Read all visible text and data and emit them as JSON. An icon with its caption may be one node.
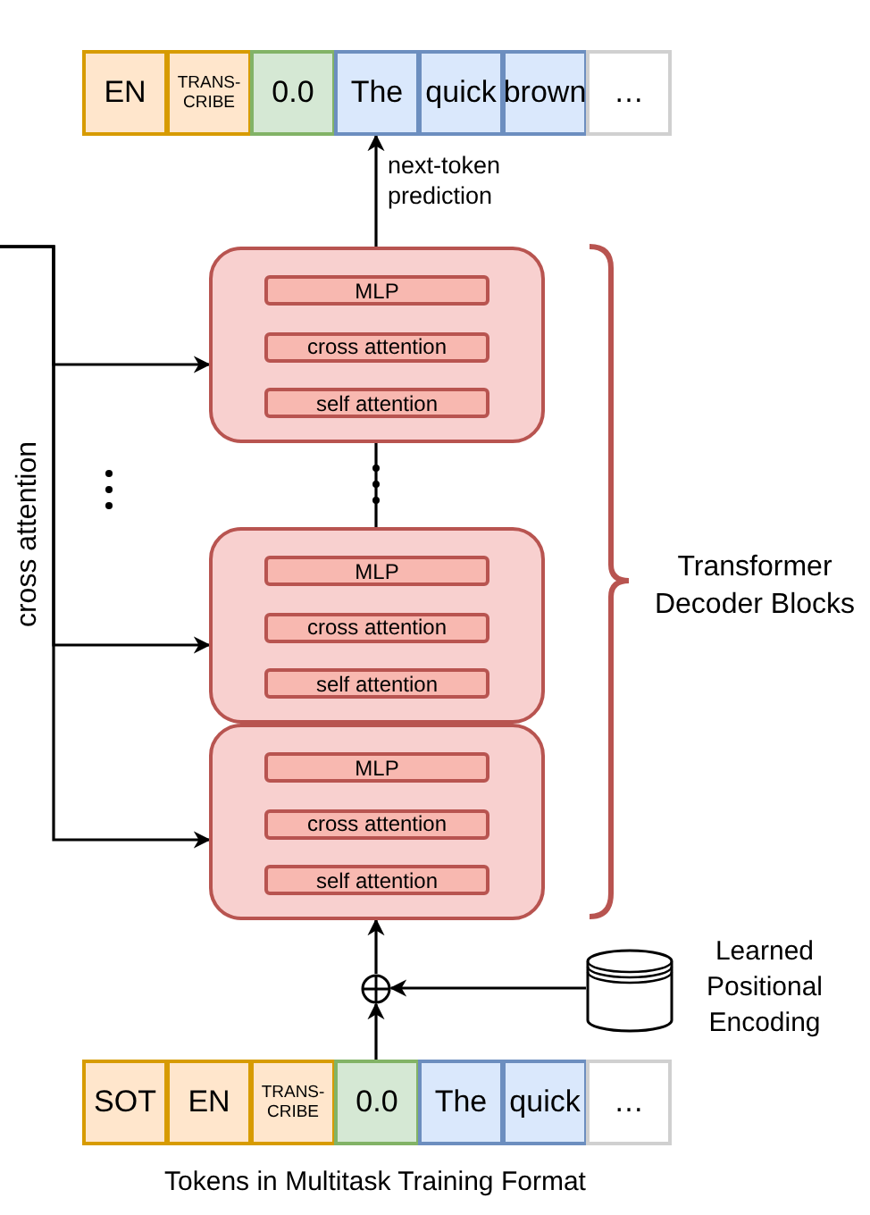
{
  "diagram": {
    "caption": "Tokens in Multitask Training Format",
    "nodes": [
      {
        "text": [
          "EN"
        ]
      },
      {
        "text": [
          "TRANS- CRIBE"
        ]
      },
      {
        "text": [
          "0.0"
        ]
      },
      {
        "text": [
          "The"
        ]
      },
      {
        "text": [
          "quick"
        ]
      },
      {
        "text": [
          "brown"
        ]
      },
      {
        "text": [
          "…"
        ]
      },
      {
        "text": [],
        "shape": "box"
      },
      {
        "text": [
          "MLP"
        ],
        "in": 7
      },
      {
        "text": [
          "cross attention"
        ],
        "in": 7
      },
      {
        "text": [
          "self attention"
        ],
        "in": 7
      },
      {
        "text": [],
        "shape": "box"
      },
      {
        "text": [
          "MLP"
        ],
        "in": 11
      },
      {
        "text": [
          "cross attention"
        ],
        "in": 11
      },
      {
        "text": [
          "self attention"
        ],
        "in": 11
      },
      {
        "text": [],
        "shape": "box"
      },
      {
        "text": [
          "MLP"
        ],
        "in": 15
      },
      {
        "text": [
          "cross attention"
        ],
        "in": 15
      },
      {
        "text": [
          "self attention"
        ],
        "in": 15
      },
      {
        "text": [],
        "shape": "circle"
      },
      {
        "text": [],
        "shape": "cylinder",
        "beside": [
          "Learned Positional Encoding"
        ]
      },
      {
        "text": [
          "SOT"
        ]
      },
      {
        "text": [
          "EN"
        ]
      },
      {
        "text": [
          "TRANS- CRIBE"
        ]
      },
      {
        "text": [
          "0.0"
        ]
      },
      {
        "text": [
          "The"
        ]
      },
      {
        "text": [
          "quick"
        ]
      },
      {
        "text": [
          "…"
        ]
      }
    ],
    "edges": [
      {
        "from": 7,
        "to": 3,
        "arrow": "to",
        "label": "next-token prediction"
      },
      {
        "from": 11,
        "to": 7,
        "arrow": "none"
      },
      {
        "from": null,
        "to": 7,
        "arrow": "to"
      },
      {
        "from": null,
        "to": 11,
        "arrow": "to",
        "label": "cross attention"
      },
      {
        "from": null,
        "to": 15,
        "arrow": "to"
      },
      {
        "from": 24,
        "to": 19,
        "arrow": "to"
      },
      {
        "from": 20,
        "to": 19,
        "arrow": "to"
      },
      {
        "from": 19,
        "to": 15,
        "arrow": "to"
      }
    ],
    "labels": [
      "Transformer Decoder Blocks"
    ]
  }
}
